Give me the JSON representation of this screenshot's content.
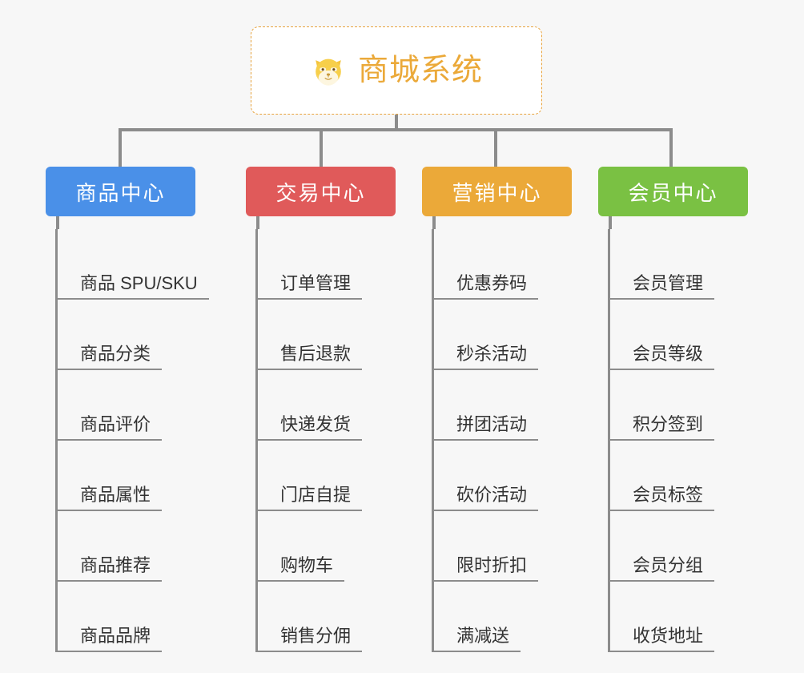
{
  "root": {
    "title": "商城系统",
    "icon": "shiba-dog-icon",
    "border_color": "#e8a33d",
    "text_color": "#eba939",
    "background": "#ffffff"
  },
  "page": {
    "background": "#f7f7f7",
    "connector_color": "#8c8c8c"
  },
  "columns": [
    {
      "title": "商品中心",
      "color": "#4a90e8",
      "items": [
        {
          "label": "商品 SPU/SKU"
        },
        {
          "label": "商品分类"
        },
        {
          "label": "商品评价"
        },
        {
          "label": "商品属性"
        },
        {
          "label": "商品推荐"
        },
        {
          "label": "商品品牌"
        }
      ]
    },
    {
      "title": "交易中心",
      "color": "#e05a5a",
      "items": [
        {
          "label": "订单管理"
        },
        {
          "label": "售后退款"
        },
        {
          "label": "快递发货"
        },
        {
          "label": "门店自提"
        },
        {
          "label": "购物车"
        },
        {
          "label": "销售分佣"
        }
      ]
    },
    {
      "title": "营销中心",
      "color": "#eba939",
      "items": [
        {
          "label": "优惠券码"
        },
        {
          "label": "秒杀活动"
        },
        {
          "label": "拼团活动"
        },
        {
          "label": "砍价活动"
        },
        {
          "label": "限时折扣"
        },
        {
          "label": "满减送"
        }
      ]
    },
    {
      "title": "会员中心",
      "color": "#7ac143",
      "items": [
        {
          "label": "会员管理"
        },
        {
          "label": "会员等级"
        },
        {
          "label": "积分签到"
        },
        {
          "label": "会员标签"
        },
        {
          "label": "会员分组"
        },
        {
          "label": "收货地址"
        }
      ]
    }
  ]
}
